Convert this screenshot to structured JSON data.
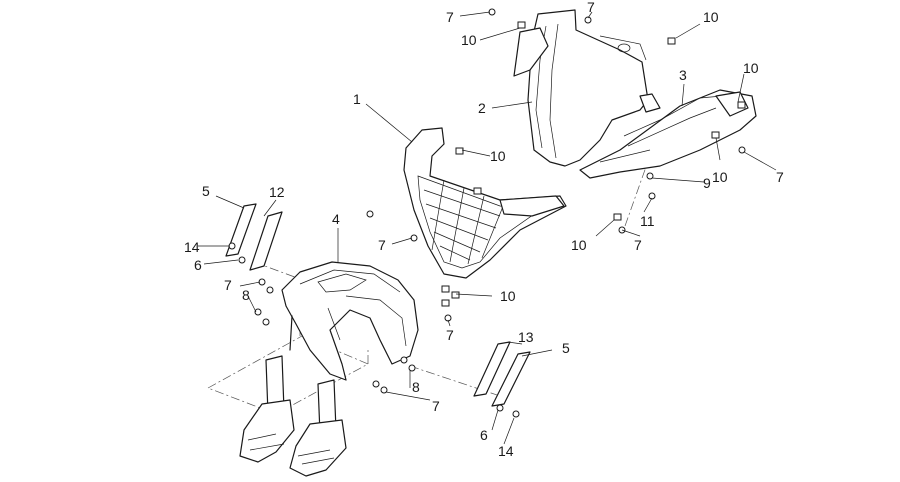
{
  "callouts": [
    {
      "id": "c1",
      "text": "1"
    },
    {
      "id": "c2",
      "text": "2"
    },
    {
      "id": "c3",
      "text": "3"
    },
    {
      "id": "c4",
      "text": "4"
    },
    {
      "id": "c5a",
      "text": "5"
    },
    {
      "id": "c5b",
      "text": "5"
    },
    {
      "id": "c6a",
      "text": "6"
    },
    {
      "id": "c6b",
      "text": "6"
    },
    {
      "id": "c7a",
      "text": "7"
    },
    {
      "id": "c7b",
      "text": "7"
    },
    {
      "id": "c7c",
      "text": "7"
    },
    {
      "id": "c7d",
      "text": "7"
    },
    {
      "id": "c7e",
      "text": "7"
    },
    {
      "id": "c7f",
      "text": "7"
    },
    {
      "id": "c7g",
      "text": "7"
    },
    {
      "id": "c7h",
      "text": "7"
    },
    {
      "id": "c8a",
      "text": "8"
    },
    {
      "id": "c8b",
      "text": "8"
    },
    {
      "id": "c9",
      "text": "9"
    },
    {
      "id": "c10a",
      "text": "10"
    },
    {
      "id": "c10b",
      "text": "10"
    },
    {
      "id": "c10c",
      "text": "10"
    },
    {
      "id": "c10d",
      "text": "10"
    },
    {
      "id": "c10e",
      "text": "10"
    },
    {
      "id": "c10f",
      "text": "10"
    },
    {
      "id": "c10g",
      "text": "10"
    },
    {
      "id": "c11",
      "text": "11"
    },
    {
      "id": "c12",
      "text": "12"
    },
    {
      "id": "c13",
      "text": "13"
    },
    {
      "id": "c14a",
      "text": "14"
    },
    {
      "id": "c14b",
      "text": "14"
    }
  ]
}
